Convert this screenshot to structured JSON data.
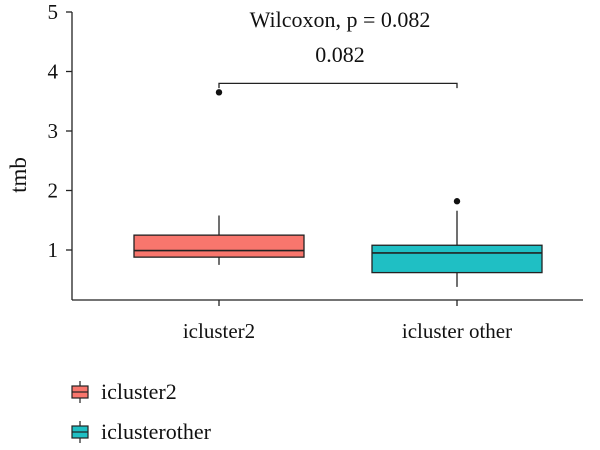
{
  "chart_data": {
    "type": "box",
    "title": "",
    "xlabel": "",
    "ylabel": "tmb",
    "ylim": [
      0.28,
      5
    ],
    "yticks": [
      1,
      2,
      3,
      4,
      5
    ],
    "categories": [
      "icluster2",
      "icluster other"
    ],
    "boxes": [
      {
        "category": "icluster2",
        "whisker_low": 0.75,
        "q1": 0.88,
        "median": 0.99,
        "q3": 1.25,
        "whisker_high": 1.58,
        "outliers": [
          3.65
        ],
        "color": "#F8766D"
      },
      {
        "category": "icluster other",
        "whisker_low": 0.38,
        "q1": 0.62,
        "median": 0.95,
        "q3": 1.08,
        "whisker_high": 1.66,
        "outliers": [
          1.82
        ],
        "color": "#1FBFC4"
      }
    ],
    "annotation": {
      "test_label": "Wilcoxon, p = 0.082",
      "bracket_label": "0.082",
      "bracket_y": 3.8,
      "bracket_tip_y": 3.72
    },
    "legend": {
      "position": "bottom",
      "items": [
        {
          "label": "icluster2",
          "color": "#F8766D"
        },
        {
          "label": "iclusterother",
          "color": "#1FBFC4"
        }
      ]
    }
  }
}
